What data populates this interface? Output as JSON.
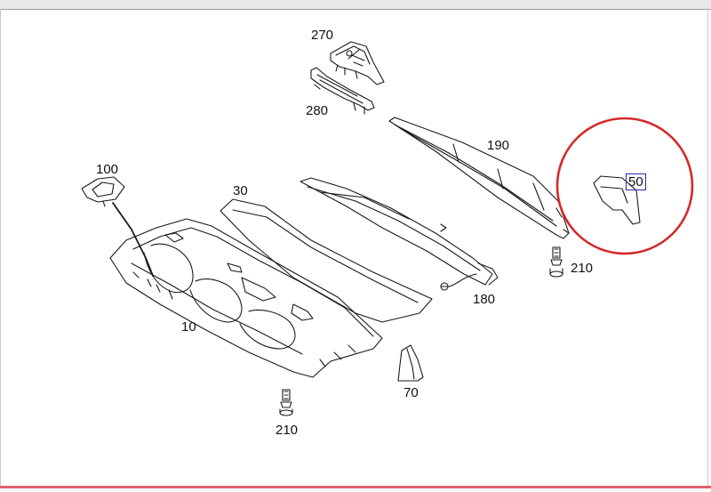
{
  "diagram": {
    "colors": {
      "line": "#1a1a1a",
      "highlight_circle": "#d42a2a",
      "selected_box": "#2a2aa8",
      "bottom_rule": "#e06070"
    },
    "callouts": {
      "c270": "270",
      "c280": "280",
      "c190": "190",
      "c100": "100",
      "c30": "30",
      "c50": "50",
      "c210a": "210",
      "c180": "180",
      "c10": "10",
      "c70": "70",
      "c210b": "210"
    },
    "selected_part": "50"
  }
}
